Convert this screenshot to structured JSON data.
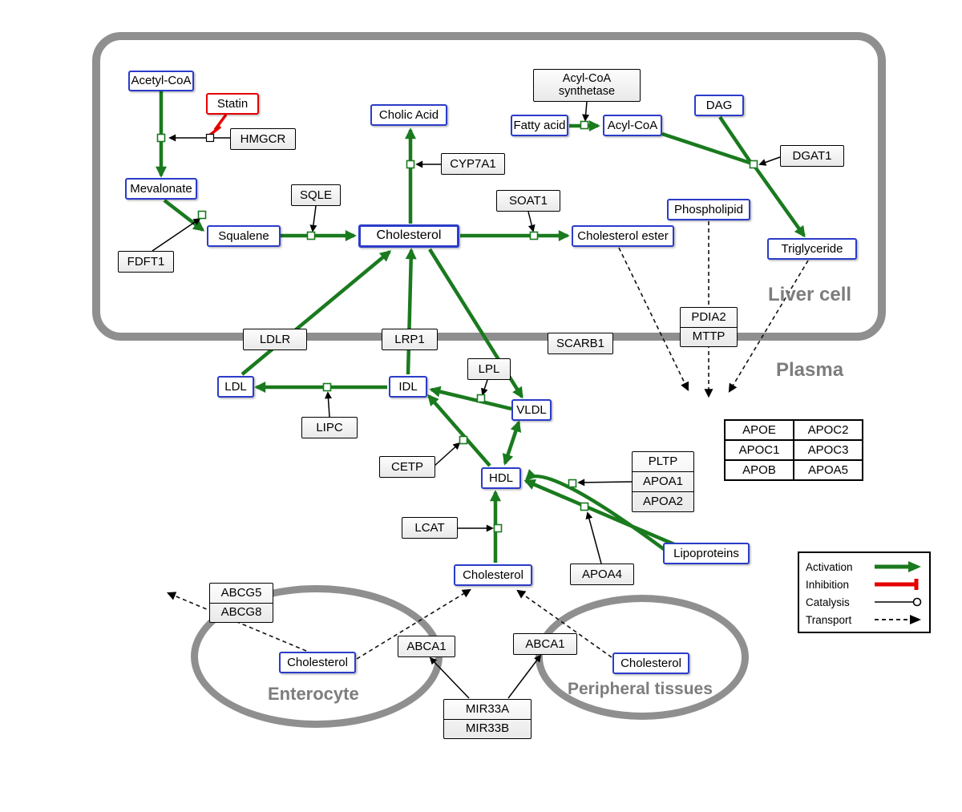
{
  "compartments": {
    "liver": "Liver cell",
    "plasma": "Plasma",
    "enterocyte": "Enterocyte",
    "peripheral": "Peripheral tissues"
  },
  "metabolites": {
    "acetyl_coa": "Acetyl-CoA",
    "mevalonate": "Mevalonate",
    "squalene": "Squalene",
    "cholesterol_liver": "Cholesterol",
    "cholic_acid": "Cholic Acid",
    "fatty_acid": "Fatty acid",
    "acyl_coa": "Acyl-CoA",
    "dag": "DAG",
    "phospholipid": "Phospholipid",
    "cholesterol_ester": "Cholesterol ester",
    "triglyceride": "Triglyceride",
    "ldl": "LDL",
    "idl": "IDL",
    "vldl": "VLDL",
    "hdl": "HDL",
    "cholesterol_plasma": "Cholesterol",
    "lipoproteins": "Lipoproteins",
    "cholesterol_enterocyte": "Cholesterol",
    "cholesterol_peripheral": "Cholesterol"
  },
  "enzymes": {
    "statin": "Statin",
    "hmgcr": "HMGCR",
    "fdft1": "FDFT1",
    "sqle": "SQLE",
    "cyp7a1": "CYP7A1",
    "soat1": "SOAT1",
    "acyl_coa_synthetase_1": "Acyl-CoA",
    "acyl_coa_synthetase_2": "synthetase",
    "dgat1": "DGAT1",
    "pdia2": "PDIA2",
    "mttp": "MTTP",
    "ldlr": "LDLR",
    "lrp1": "LRP1",
    "scarb1": "SCARB1",
    "lpl": "LPL",
    "lipc": "LIPC",
    "cetp": "CETP",
    "lcat": "LCAT",
    "pltp": "PLTP",
    "apoa1": "APOA1",
    "apoa2": "APOA2",
    "apoa4": "APOA4",
    "abcg5": "ABCG5",
    "abcg8": "ABCG8",
    "abca1_left": "ABCA1",
    "abca1_right": "ABCA1",
    "mir33a": "MIR33A",
    "mir33b": "MIR33B"
  },
  "apo_table": [
    [
      "APOE",
      "APOC2"
    ],
    [
      "APOC1",
      "APOC3"
    ],
    [
      "APOB",
      "APOA5"
    ]
  ],
  "legend": {
    "activation": "Activation",
    "inhibition": "Inhibition",
    "catalysis": "Catalysis",
    "transport": "Transport"
  },
  "colors": {
    "activation": "#1a7a1e",
    "inhibition": "#e60000",
    "metabolite_border": "#2b3cc9",
    "membrane": "#8f8f8f"
  }
}
